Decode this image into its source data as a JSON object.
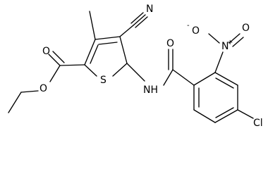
{
  "molecule": {
    "labels": {
      "nitrile_n": "N",
      "nitro_n": "N",
      "nitro_n_charge": "+",
      "nitro_o_left": "O",
      "nitro_o_left_charge": "-",
      "nitro_o_right": "O",
      "ester_carbonyl_o": "O",
      "ester_o": "O",
      "thiophene_s": "S",
      "amide_nh": "NH",
      "amide_o": "O",
      "chlorine": "Cl"
    },
    "colors": {
      "bond": "#000000",
      "atom_label": "#000000",
      "background": "#ffffff"
    }
  }
}
